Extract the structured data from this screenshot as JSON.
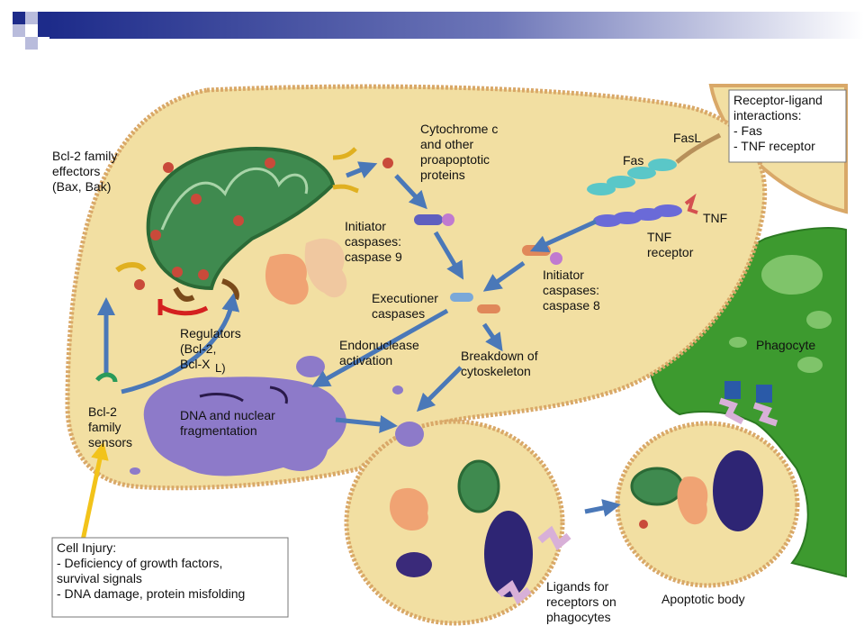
{
  "colors": {
    "header_bar": "#1d2b8a",
    "cell_fill": "#f2dfa2",
    "cell_border": "#d9a868",
    "mitochondrion": "#3f8a4f",
    "nucleus": "#8d7ac9",
    "phagocyte": "#3d9a2f",
    "arrow": "#4a78b8",
    "injury_arrow": "#f2c31a",
    "inhibitor": "#d42020"
  },
  "labels": {
    "effectors": [
      "Bcl-2 family",
      "effectors",
      "(Bax, Bak)"
    ],
    "cytochrome": [
      "Cytochrome c",
      "and other",
      "proapoptotic",
      "proteins"
    ],
    "initiator9": [
      "Initiator",
      "caspases:",
      "caspase 9"
    ],
    "executioner": [
      "Executioner",
      "caspases"
    ],
    "initiator8": [
      "Initiator",
      "caspases:",
      "caspase 8"
    ],
    "regulators": [
      "Regulators",
      "(Bcl-2,",
      "Bcl-X"
    ],
    "regulators_sub": "L",
    "endonuclease": [
      "Endonuclease",
      "activation"
    ],
    "breakdown": [
      "Breakdown of",
      "cytoskeleton"
    ],
    "sensors": [
      "Bcl-2",
      "family",
      "sensors"
    ],
    "dna": [
      "DNA and nuclear",
      "fragmentation"
    ],
    "fas": "Fas",
    "fasl": "FasL",
    "tnf": "TNF",
    "tnf_receptor": [
      "TNF",
      "receptor"
    ],
    "phagocyte": "Phagocyte",
    "ligands": [
      "Ligands for",
      "receptors on",
      "phagocytes"
    ],
    "apoptotic_body": "Apoptotic body"
  },
  "boxes": {
    "receptor_ligand": [
      "Receptor-ligand",
      "interactions:",
      "- Fas",
      "- TNF receptor"
    ],
    "cell_injury": [
      "Cell Injury:",
      "- Deficiency of growth factors,",
      "  survival signals",
      "- DNA damage, protein misfolding"
    ]
  }
}
